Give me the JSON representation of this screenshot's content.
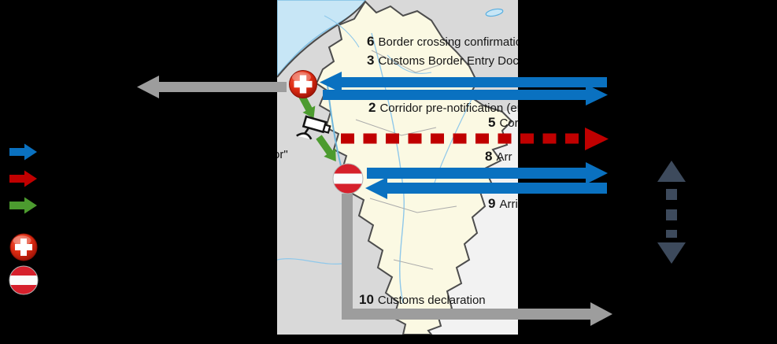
{
  "steps": [
    {
      "num": "6",
      "text": "Border crossing confirmatio"
    },
    {
      "num": "3",
      "text": "Customs Border Entry Docu"
    },
    {
      "num": "2",
      "text": "Corridor pre-notification (en"
    },
    {
      "num": "5",
      "text": "Cor"
    },
    {
      "num": "8",
      "text": "Arr"
    },
    {
      "num": "9",
      "text": "Arri"
    },
    {
      "num": "10",
      "text": "Customs declaration"
    }
  ],
  "map": {
    "label_fragment": "or\""
  },
  "legend": {
    "items": [
      {
        "icon": "blue-arrow"
      },
      {
        "icon": "red-dashed-arrow"
      },
      {
        "icon": "green-arrow"
      },
      {
        "icon": "swiss-flag-roundel"
      },
      {
        "icon": "austria-flag-roundel"
      }
    ]
  },
  "colors": {
    "blue_arrow": "#0A71C0",
    "red_arrow": "#C00000",
    "green_arrow": "#4C9B2F",
    "gray_arrow": "#9D9D9D",
    "slate_arrow": "#3D4A5C",
    "map_land": "#D9D9D9",
    "map_land_light": "#F2F2F2",
    "map_region": "#FBF9E3",
    "map_border": "#4D4D4D",
    "lake": "#C7E6F6",
    "river": "#8FC8EA",
    "swiss_red": "#CC1F10",
    "austria_red": "#D6202C",
    "text": "#161616"
  }
}
